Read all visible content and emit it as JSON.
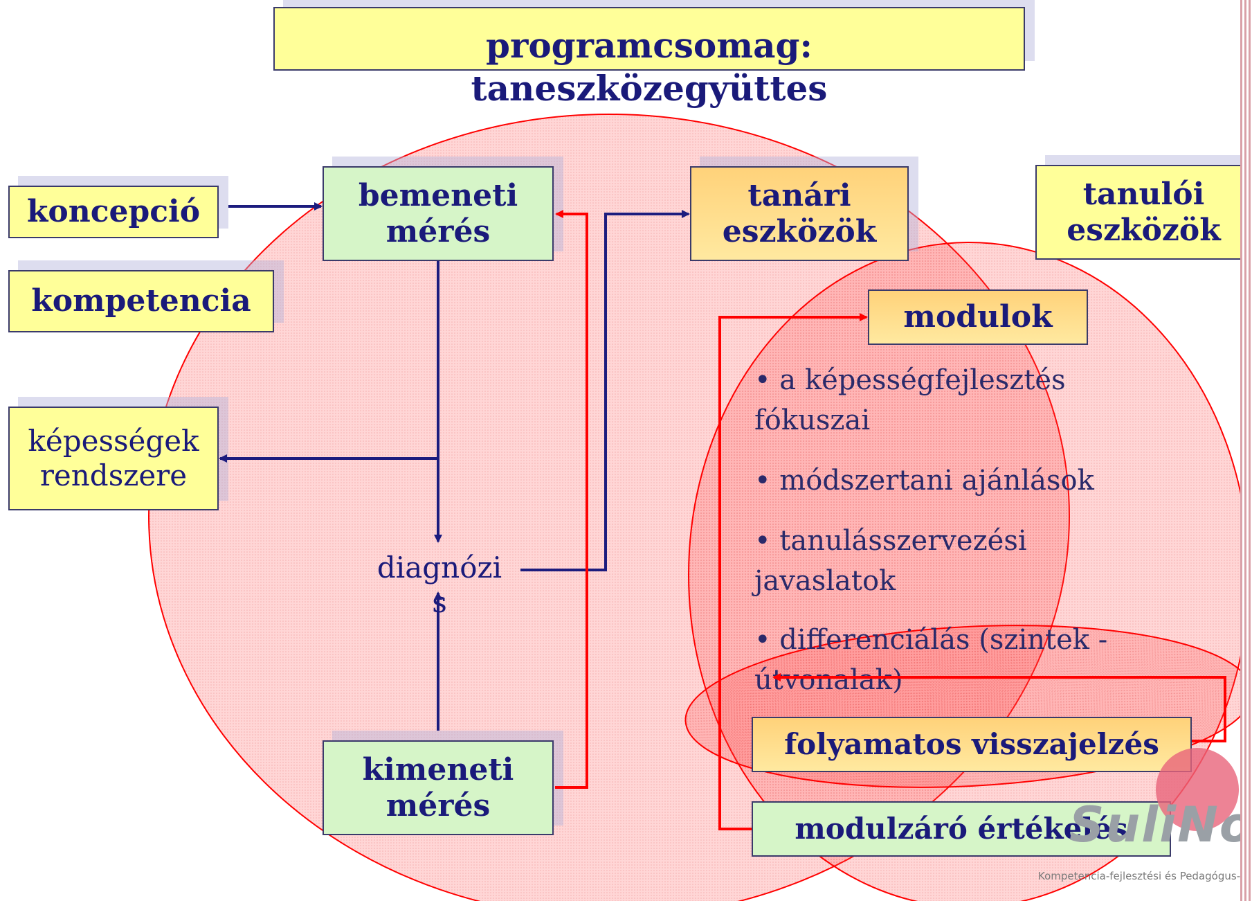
{
  "title": {
    "line1": "programcsomag:",
    "line2": "taneszközegyüttes"
  },
  "nodes": {
    "koncepcio": "koncepció",
    "kompetencia": "kompetencia",
    "kepessegek_line1": "képességek",
    "kepessegek_line2": "rendszere",
    "bemeneti_line1": "bemeneti",
    "bemeneti_line2": "mérés",
    "kimeneti_line1": "kimeneti",
    "kimeneti_line2": "mérés",
    "diagnozis_line1": "diagnózi",
    "diagnozis_line2": "s",
    "tanari_line1": "tanári",
    "tanari_line2": "eszközök",
    "tanuloi_line1": "tanulói",
    "tanuloi_line2": "eszközök",
    "modulok": "modulok",
    "folyamatos": "folyamatos visszajelzés",
    "modulzaro": "modulzáró értékelés"
  },
  "bullets": [
    {
      "line1": "• a képességfejlesztés",
      "line2": "fókuszai"
    },
    {
      "line1": "• módszertani ajánlások",
      "line2": ""
    },
    {
      "line1": "• tanulásszervezési",
      "line2": "javaslatok"
    },
    {
      "line1": "• differenciálás (szintek -",
      "line2": "útvonalak)"
    }
  ],
  "logo": {
    "name": "SuliNova",
    "caption": "Kompetencia-fejlesztési és Pedagógus-továbbképzési Kht."
  },
  "colors": {
    "navy": "#1a1a7a",
    "arrow_navy": "#1c1c7e",
    "arrow_red": "#ff0000",
    "box_yellow": "#ffff99",
    "box_green": "#d6f5c8",
    "box_orange": "#ffd27a",
    "ellipse_fill": "rgba(255,60,60,0.25)"
  }
}
